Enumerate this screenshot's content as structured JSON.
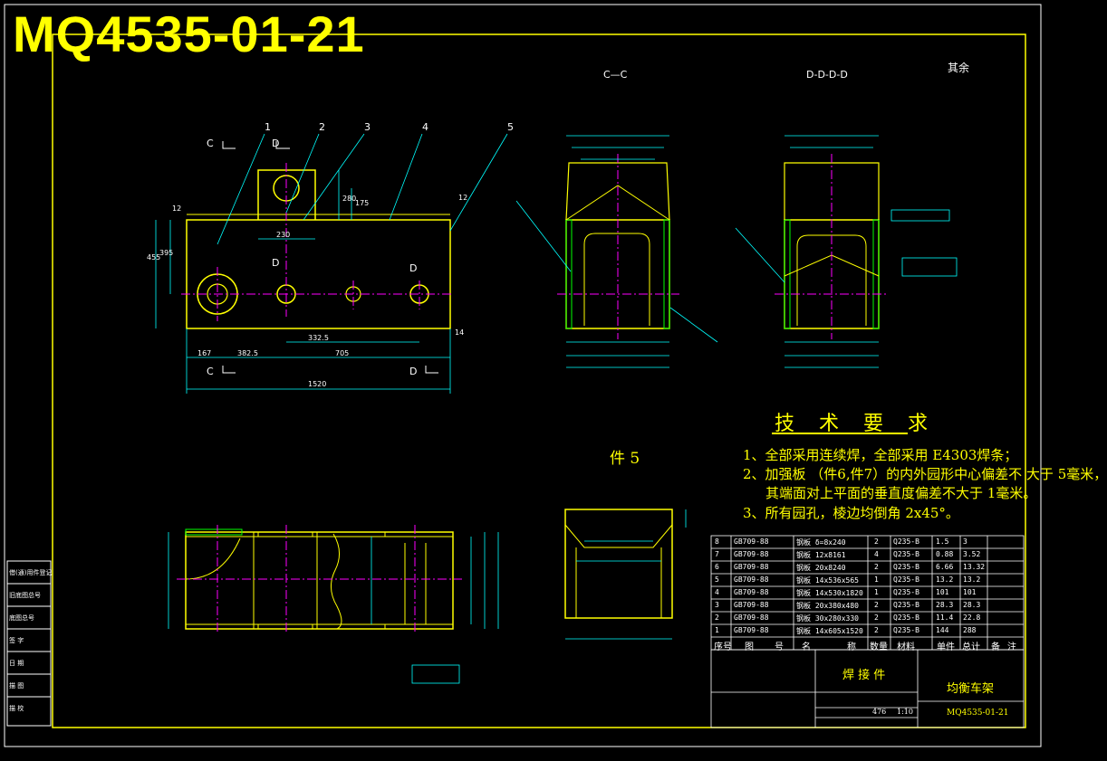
{
  "drawing": {
    "number_title": "MQ4535-01-21",
    "corner_note": "其余",
    "section_cc": "C—C",
    "section_dd": "D-D-D-D",
    "part_label": "件 5"
  },
  "technical_requirements": {
    "title": "技 术 要 求",
    "items": [
      "1、全部采用连续焊，全部采用 E4303焊条；",
      "2、加强板 （件6,件7）的内外园形中心偏差不 大于 5毫米，",
      "其端面对上平面的垂直度偏差不大于 1毫米。",
      "3、所有园孔，棱边均倒角 2x45°。"
    ]
  },
  "main_view": {
    "balloons": [
      "1",
      "2",
      "3",
      "4",
      "5"
    ],
    "dims": [
      "1520",
      "167",
      "382.5",
      "705",
      "332.5",
      "230",
      "12",
      "14",
      "12",
      "455",
      "395",
      "280",
      "175"
    ],
    "markers": [
      "C",
      "C",
      "D",
      "D",
      "D",
      "D"
    ]
  },
  "title_block": {
    "process": "焊 接 件",
    "part_name": "均衡车架",
    "drawing_no": "MQ4535-01-21",
    "scale": "1:10",
    "weight": "476"
  },
  "bom": {
    "headers": [
      "序号",
      "图",
      "号",
      "名",
      "称",
      "数量",
      "材料",
      "单件",
      "总计",
      "备",
      "注"
    ],
    "rows": [
      {
        "no": "8",
        "code": "GB709-88",
        "name": "钢板 δ=8x240",
        "qty": "2",
        "mat": "Q235-B",
        "w1": "1.5",
        "w2": "3"
      },
      {
        "no": "7",
        "code": "GB709-88",
        "name": "钢板 12x8161",
        "qty": "4",
        "mat": "Q235-B",
        "w1": "0.88",
        "w2": "3.52"
      },
      {
        "no": "6",
        "code": "GB709-88",
        "name": "钢板 20x8240",
        "qty": "2",
        "mat": "Q235-B",
        "w1": "6.66",
        "w2": "13.32"
      },
      {
        "no": "5",
        "code": "GB709-88",
        "name": "钢板 14x536x565",
        "qty": "1",
        "mat": "Q235-B",
        "w1": "13.2",
        "w2": "13.2"
      },
      {
        "no": "4",
        "code": "GB709-88",
        "name": "钢板 14x530x1820",
        "qty": "1",
        "mat": "Q235-B",
        "w1": "101",
        "w2": "101"
      },
      {
        "no": "3",
        "code": "GB709-88",
        "name": "钢板 20x380x480",
        "qty": "2",
        "mat": "Q235-B",
        "w1": "28.3",
        "w2": "28.3"
      },
      {
        "no": "2",
        "code": "GB709-88",
        "name": "钢板 30x280x330",
        "qty": "2",
        "mat": "Q235-B",
        "w1": "11.4",
        "w2": "22.8"
      },
      {
        "no": "1",
        "code": "GB709-88",
        "name": "钢板 14x605x1520",
        "qty": "2",
        "mat": "Q235-B",
        "w1": "144",
        "w2": "288"
      }
    ]
  },
  "left_block": [
    "借(通)用件登记",
    "旧底图总号",
    "底图总号",
    "签 字",
    "日 期",
    "描 图",
    "描 校"
  ],
  "colors": {
    "frame": "#ffffff",
    "outline": "#ffff00",
    "dim": "#00ffff",
    "center": "#ff00ff",
    "hatch": "#00ff00",
    "leader": "#00ffff"
  }
}
